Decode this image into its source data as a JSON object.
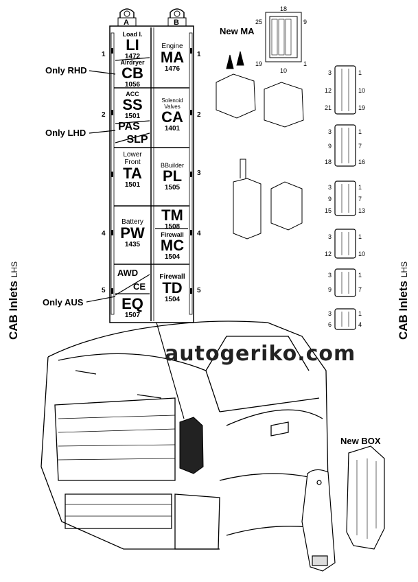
{
  "side_title": {
    "main": "CAB Inlets",
    "sub": "LHS"
  },
  "columns": {
    "a": "A",
    "b": "B"
  },
  "rows": [
    "1",
    "2",
    "3",
    "4",
    "5"
  ],
  "col_a": {
    "li": {
      "top": "Load I.",
      "code": "LI",
      "num": "1472"
    },
    "cb": {
      "top": "Airdryer",
      "code": "CB",
      "num": "1056"
    },
    "ss": {
      "top": "ACC",
      "code": "SS",
      "num": "1501"
    },
    "pas": {
      "code": "PAS"
    },
    "slp": {
      "code": "SLP"
    },
    "ta": {
      "top": "Lower",
      "top2": "Front",
      "code": "TA",
      "num": "1501"
    },
    "pw": {
      "top": "Battery",
      "code": "PW",
      "num": "1435"
    },
    "awd": {
      "code": "AWD"
    },
    "ce": {
      "code": "CE"
    },
    "eq": {
      "code": "EQ",
      "num": "1507"
    }
  },
  "col_b": {
    "ma": {
      "top": "Engine",
      "code": "MA",
      "num": "1476"
    },
    "ca": {
      "top": "Solenoid",
      "top2": "Valves",
      "code": "CA",
      "num": "1401"
    },
    "pl": {
      "top": "BBuilder",
      "code": "PL",
      "num": "1505"
    },
    "tm": {
      "code": "TM",
      "num": "1508"
    },
    "mc": {
      "top": "Firewall",
      "code": "MC",
      "num": "1504"
    },
    "td": {
      "top": "Firewall",
      "code": "TD",
      "num": "1504"
    }
  },
  "callouts": {
    "only_rhd": "Only RHD",
    "only_lhd": "Only LHD",
    "only_aus": "Only AUS",
    "new_ma": "New MA",
    "new_box": "New BOX"
  },
  "new_ma_pins": {
    "p18": "18",
    "p25": "25",
    "p9": "9",
    "p19": "19",
    "p1": "1",
    "p10": "10"
  },
  "connectors": [
    {
      "tl": "3",
      "tr": "1",
      "ml": "12",
      "mr": "10",
      "bl": "21",
      "br": "19"
    },
    {
      "tl": "3",
      "tr": "1",
      "ml": "9",
      "mr": "7",
      "bl": "18",
      "br": "16"
    },
    {
      "tl": "3",
      "tr": "1",
      "ml": "9",
      "mr": "7",
      "bl": "15",
      "br": "13"
    },
    {
      "tl": "3",
      "tr": "1",
      "ml": "",
      "mr": "",
      "bl": "12",
      "br": "10"
    },
    {
      "tl": "3",
      "tr": "1",
      "ml": "",
      "mr": "",
      "bl": "9",
      "br": "7"
    },
    {
      "tl": "3",
      "tr": "1",
      "ml": "",
      "mr": "",
      "bl": "6",
      "br": "4"
    }
  ],
  "watermark": "autogeriko.com"
}
